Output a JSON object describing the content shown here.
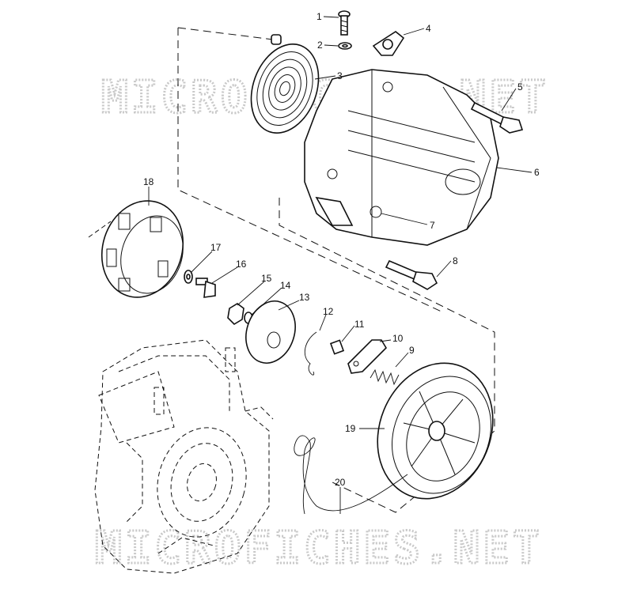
{
  "watermarks": {
    "top": "MICROFICHES.NET",
    "bottom": "MICROFICHES.NET"
  },
  "callouts": {
    "c1": "1",
    "c2": "2",
    "c3": "3",
    "c4": "4",
    "c5": "5",
    "c6": "6",
    "c7": "7",
    "c8": "8",
    "c9": "9",
    "c10": "10",
    "c11": "11",
    "c12": "12",
    "c13": "13",
    "c14": "14",
    "c15": "15",
    "c16": "16",
    "c17": "17",
    "c18": "18",
    "c19": "19",
    "c20": "20"
  }
}
